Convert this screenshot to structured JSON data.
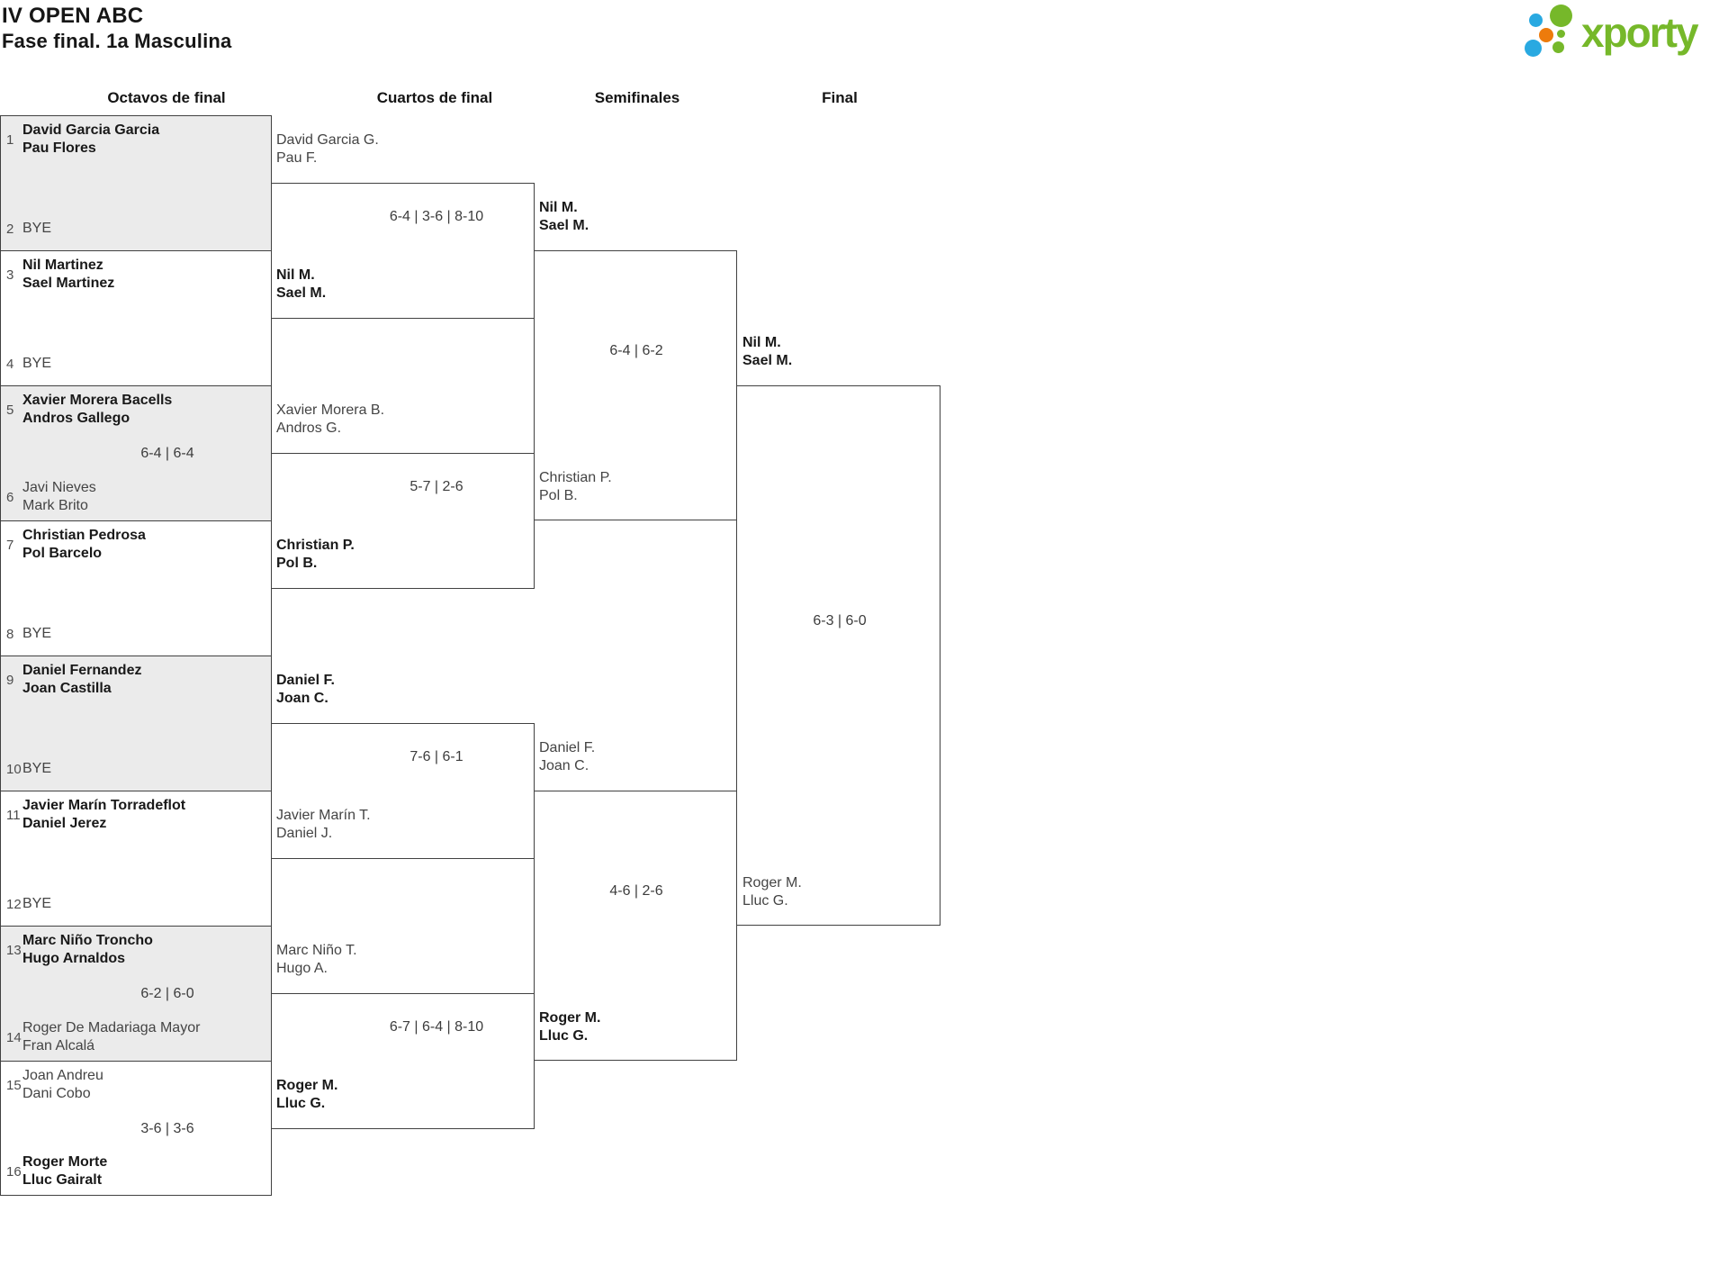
{
  "page": {
    "title": "IV OPEN ABC",
    "subtitle": "Fase final. 1a Masculina"
  },
  "logo": {
    "text": "xporty",
    "colors": {
      "green": "#76b82a",
      "blue": "#29a9e1",
      "orange": "#ed7b0c"
    }
  },
  "columns": [
    "Octavos de final",
    "Cuartos de final",
    "Semifinales",
    "Final"
  ],
  "r16": [
    {
      "shaded": true,
      "score": "",
      "top": {
        "seed": "1",
        "name1": "David Garcia Garcia",
        "name2": "Pau Flores",
        "winner": true
      },
      "bottom": {
        "seed": "2",
        "name1": "BYE",
        "name2": "",
        "winner": false,
        "bye": true
      }
    },
    {
      "shaded": false,
      "score": "",
      "top": {
        "seed": "3",
        "name1": "Nil Martinez",
        "name2": "Sael Martinez",
        "winner": true
      },
      "bottom": {
        "seed": "4",
        "name1": "BYE",
        "name2": "",
        "winner": false,
        "bye": true
      }
    },
    {
      "shaded": true,
      "score": "6-4 | 6-4",
      "top": {
        "seed": "5",
        "name1": "Xavier Morera Bacells",
        "name2": "Andros Gallego",
        "winner": true
      },
      "bottom": {
        "seed": "6",
        "name1": "Javi Nieves",
        "name2": "Mark Brito",
        "winner": false,
        "bye": false
      }
    },
    {
      "shaded": false,
      "score": "",
      "top": {
        "seed": "7",
        "name1": "Christian Pedrosa",
        "name2": "Pol Barcelo",
        "winner": true
      },
      "bottom": {
        "seed": "8",
        "name1": "BYE",
        "name2": "",
        "winner": false,
        "bye": true
      }
    },
    {
      "shaded": true,
      "score": "",
      "top": {
        "seed": "9",
        "name1": "Daniel Fernandez",
        "name2": "Joan Castilla",
        "winner": true
      },
      "bottom": {
        "seed": "10",
        "name1": "BYE",
        "name2": "",
        "winner": false,
        "bye": true
      }
    },
    {
      "shaded": false,
      "score": "",
      "top": {
        "seed": "11",
        "name1": "Javier Marín Torradeflot",
        "name2": "Daniel Jerez",
        "winner": true
      },
      "bottom": {
        "seed": "12",
        "name1": "BYE",
        "name2": "",
        "winner": false,
        "bye": true
      }
    },
    {
      "shaded": true,
      "score": "6-2 | 6-0",
      "top": {
        "seed": "13",
        "name1": "Marc Niño Troncho",
        "name2": "Hugo Arnaldos",
        "winner": true
      },
      "bottom": {
        "seed": "14",
        "name1": "Roger De Madariaga Mayor",
        "name2": "Fran Alcalá",
        "winner": false,
        "bye": false
      }
    },
    {
      "shaded": false,
      "score": "3-6 | 3-6",
      "top": {
        "seed": "15",
        "name1": "Joan Andreu",
        "name2": "Dani Cobo",
        "winner": false
      },
      "bottom": {
        "seed": "16",
        "name1": "Roger Morte",
        "name2": "Lluc Gairalt",
        "winner": true,
        "bye": false
      }
    }
  ],
  "qf": [
    {
      "score": "6-4 | 3-6 | 8-10",
      "top": {
        "name1": "David Garcia G.",
        "name2": "Pau F.",
        "winner": false
      },
      "bottom": {
        "name1": "Nil M.",
        "name2": "Sael M.",
        "winner": true
      }
    },
    {
      "score": "5-7 | 2-6",
      "top": {
        "name1": "Xavier Morera B.",
        "name2": "Andros G.",
        "winner": false
      },
      "bottom": {
        "name1": "Christian P.",
        "name2": "Pol B.",
        "winner": true
      }
    },
    {
      "score": "7-6 | 6-1",
      "top": {
        "name1": "Daniel F.",
        "name2": "Joan C.",
        "winner": true
      },
      "bottom": {
        "name1": "Javier Marín T.",
        "name2": "Daniel J.",
        "winner": false
      }
    },
    {
      "score": "6-7 | 6-4 | 8-10",
      "top": {
        "name1": "Marc Niño T.",
        "name2": "Hugo A.",
        "winner": false
      },
      "bottom": {
        "name1": "Roger M.",
        "name2": "Lluc G.",
        "winner": true
      }
    }
  ],
  "sf": [
    {
      "score": "6-4 | 6-2",
      "top": {
        "name1": "Nil M.",
        "name2": "Sael M.",
        "winner": true
      },
      "bottom": {
        "name1": "Christian P.",
        "name2": "Pol B.",
        "winner": false
      }
    },
    {
      "score": "4-6 | 2-6",
      "top": {
        "name1": "Daniel F.",
        "name2": "Joan C.",
        "winner": false
      },
      "bottom": {
        "name1": "Roger M.",
        "name2": "Lluc G.",
        "winner": true
      }
    }
  ],
  "final": {
    "score": "6-3 | 6-0",
    "top": {
      "name1": "Nil M.",
      "name2": "Sael M.",
      "winner": true
    },
    "bottom": {
      "name1": "Roger M.",
      "name2": "Lluc G.",
      "winner": false
    }
  }
}
